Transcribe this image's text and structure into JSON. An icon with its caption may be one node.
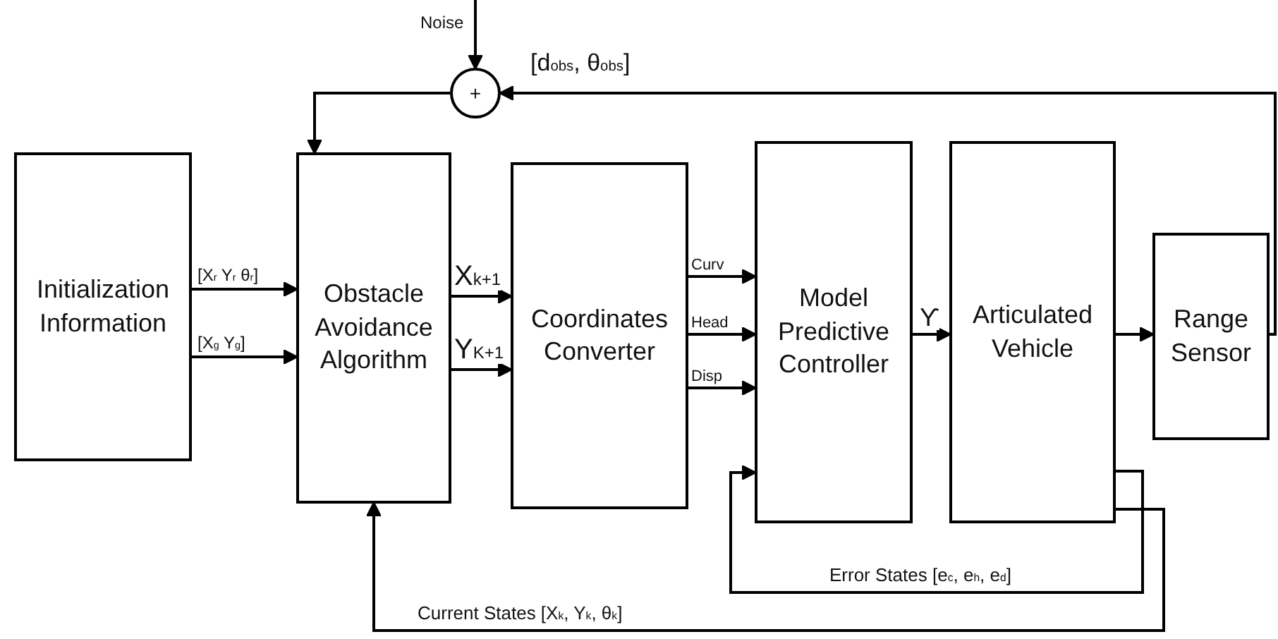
{
  "diagram": {
    "nodes": [
      {
        "text": [
          "Initialization Information"
        ]
      },
      {
        "text": [
          "Obstacle Avoidance Algorithm"
        ]
      },
      {
        "text": [
          "Coordinates Converter"
        ]
      },
      {
        "text": [
          "Model Predictive Controller"
        ]
      },
      {
        "text": [
          "Articulated Vehicle"
        ]
      },
      {
        "text": [
          "Range Sensor"
        ]
      },
      {
        "text": [
          "+"
        ]
      }
    ],
    "edges": [
      {
        "from": null,
        "to": 6,
        "arrow": "to",
        "label": "Noise"
      },
      {
        "from": 5,
        "to": 6,
        "arrow": "to",
        "label": "[d$_{obs}$, θ$_{obs}$]"
      },
      {
        "from": 6,
        "to": 1,
        "arrow": "to"
      },
      {
        "from": 0,
        "to": 1,
        "arrow": "to",
        "label": "[X$_{r}$ Y$_{r}$ θ$_{r}$]"
      },
      {
        "from": 0,
        "to": 1,
        "arrow": "to",
        "label": "[X$_{g}$ Y$_{g}$]"
      },
      {
        "from": 1,
        "to": 2,
        "arrow": "to",
        "label": "X$_{k+1}$"
      },
      {
        "from": 1,
        "to": 2,
        "arrow": "to",
        "label": "Y$_{K+1}$"
      },
      {
        "from": 2,
        "to": 3,
        "arrow": "to",
        "label": "Curv"
      },
      {
        "from": 2,
        "to": 3,
        "arrow": "to",
        "label": "Head"
      },
      {
        "from": 2,
        "to": 3,
        "arrow": "to",
        "label": "Disp"
      },
      {
        "from": 3,
        "to": 4,
        "arrow": "to",
        "label": "ϒ"
      },
      {
        "from": 4,
        "to": 5,
        "arrow": "to"
      },
      {
        "from": 4,
        "to": 3,
        "arrow": "to",
        "label": "Error States [e$_{c}$, e$_{h}$, e$_{d}$]"
      },
      {
        "from": 4,
        "to": 1,
        "arrow": "to",
        "label": "Current States [X$_{k}$, Y$_{k}$, θ$_{k}$]"
      }
    ]
  }
}
